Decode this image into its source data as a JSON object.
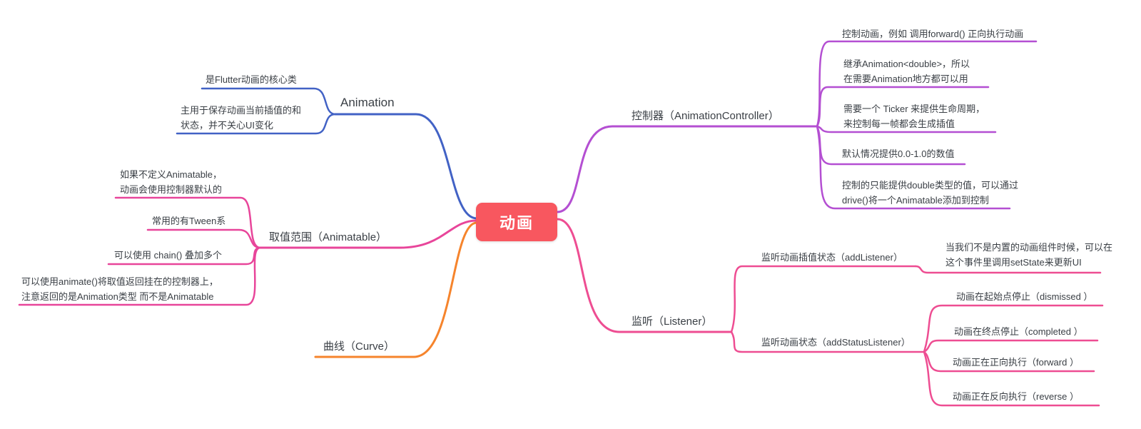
{
  "root": {
    "label": "动画",
    "bg_color": "#f8575f",
    "text_color": "#ffffff"
  },
  "branches": [
    {
      "label": "Animation",
      "color": "#4262c5",
      "children": [
        {
          "label": "是Flutter动画的核心类"
        },
        {
          "label": "主用于保存动画当前插值的和\n状态，并不关心UI变化"
        }
      ]
    },
    {
      "label": "取值范围（Animatable）",
      "color": "#e8459a",
      "children": [
        {
          "label": "如果不定义Animatable，\n动画会使用控制器默认的"
        },
        {
          "label": "常用的有Tween系"
        },
        {
          "label": "可以使用 chain() 叠加多个"
        },
        {
          "label": "可以使用animate()将取值返回挂在的控制器上，\n注意返回的是Animation类型 而不是Animatable"
        }
      ]
    },
    {
      "label": "曲线（Curve）",
      "color": "#f6842c",
      "children": []
    },
    {
      "label": "控制器（AnimationController）",
      "color": "#b44fd2",
      "children": [
        {
          "label": "控制动画，例如 调用forward() 正向执行动画"
        },
        {
          "label": "继承Animation<double>，所以\n在需要Animation地方都可以用"
        },
        {
          "label": "需要一个 Ticker 来提供生命周期，\n来控制每一帧都会生成插值"
        },
        {
          "label": "默认情况提供0.0-1.0的数值"
        },
        {
          "label": "控制的只能提供double类型的值，可以通过\ndrive()将一个Animatable添加到控制"
        }
      ]
    },
    {
      "label": "监听（Listener）",
      "color": "#ee4d92",
      "children": [
        {
          "label": "监听动画插值状态（addListener）",
          "children": [
            {
              "label": "当我们不是内置的动画组件时候，可以在\n这个事件里调用setState来更新UI"
            }
          ]
        },
        {
          "label": "监听动画状态（addStatusListener）",
          "children": [
            {
              "label": "动画在起始点停止（dismissed ）"
            },
            {
              "label": "动画在终点停止（completed ）"
            },
            {
              "label": "动画正在正向执行（forward ）"
            },
            {
              "label": "动画正在反向执行（reverse ）"
            }
          ]
        }
      ]
    }
  ]
}
